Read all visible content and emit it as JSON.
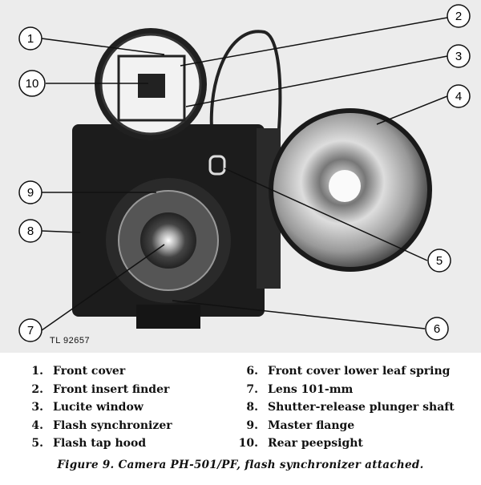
{
  "figure": {
    "plate_id": "TL 92657",
    "callouts": [
      "1",
      "2",
      "3",
      "4",
      "5",
      "6",
      "7",
      "8",
      "9",
      "10"
    ],
    "legend_left": [
      {
        "num": "1.",
        "label": "Front cover"
      },
      {
        "num": "2.",
        "label": "Front insert finder"
      },
      {
        "num": "3.",
        "label": "Lucite window"
      },
      {
        "num": "4.",
        "label": "Flash synchronizer"
      },
      {
        "num": "5.",
        "label": "Flash tap hood"
      }
    ],
    "legend_right": [
      {
        "num": "6.",
        "label": "Front cover lower leaf spring"
      },
      {
        "num": "7.",
        "label": "Lens 101-mm"
      },
      {
        "num": "8.",
        "label": "Shutter-release plunger shaft"
      },
      {
        "num": "9.",
        "label": "Master flange"
      },
      {
        "num": "10.",
        "label": "Rear peepsight"
      }
    ],
    "caption": "Figure 9.  Camera PH-501/PF, flash synchronizer attached."
  }
}
